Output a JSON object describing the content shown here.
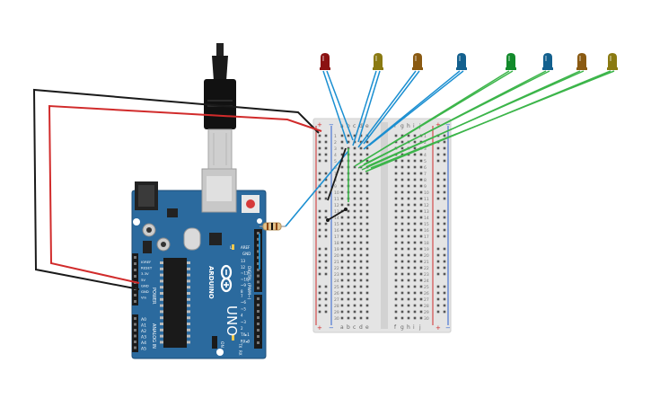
{
  "board": {
    "brand": "ARDUINO",
    "model": "UNO",
    "digital_label": "DIGITAL (PWM~)",
    "power_label": "POWER",
    "analog_label": "ANALOG IN",
    "on_label": "ON",
    "l_label": "L",
    "tx_label": "TX",
    "rx_label": "RX",
    "aref_label": "AREF",
    "gnd_label": "GND",
    "digital_pins": [
      "13",
      "12",
      "~11",
      "~10",
      "~9",
      "8",
      "7",
      "~6",
      "~5",
      "4",
      "~3",
      "2",
      "TX▸1",
      "RX◂0"
    ],
    "power_pins": [
      "IOREF",
      "RESET",
      "3.3V",
      "5V",
      "GND",
      "GND",
      "Vin"
    ],
    "analog_pins": [
      "A0",
      "A1",
      "A2",
      "A3",
      "A4",
      "A5"
    ],
    "colors": {
      "pcb": "#2b6a9e",
      "pcb_dark": "#1f4f78",
      "header": "#1a1a1a"
    }
  },
  "breadboard": {
    "cols_left": [
      "a",
      "b",
      "c",
      "d",
      "e"
    ],
    "cols_right": [
      "f",
      "g",
      "h",
      "i",
      "j"
    ],
    "plus_label": "+",
    "minus_label": "−",
    "row_numbers": [
      "1",
      "2",
      "3",
      "4",
      "5",
      "6",
      "7",
      "8",
      "9",
      "10",
      "11",
      "12",
      "13",
      "14",
      "15",
      "16",
      "17",
      "18",
      "19",
      "20",
      "21",
      "22",
      "23",
      "24",
      "25",
      "26",
      "27",
      "28",
      "29",
      "30"
    ],
    "colors": {
      "body": "#e6e6e6",
      "rail_red": "#d12b2b",
      "rail_blue": "#2b5fd1"
    }
  },
  "leds": [
    {
      "color": "#8b1212"
    },
    {
      "color": "#8a7a12"
    },
    {
      "color": "#8a5a12"
    },
    {
      "color": "#13608e"
    },
    {
      "color": "#128a2b"
    },
    {
      "color": "#13608e"
    },
    {
      "color": "#8a5a12"
    },
    {
      "color": "#8a7a12"
    }
  ],
  "wire_colors": {
    "power": "#d12b2b",
    "ground": "#1a1a1a",
    "signal": "#1b8fd1",
    "green": "#3cb54a"
  }
}
